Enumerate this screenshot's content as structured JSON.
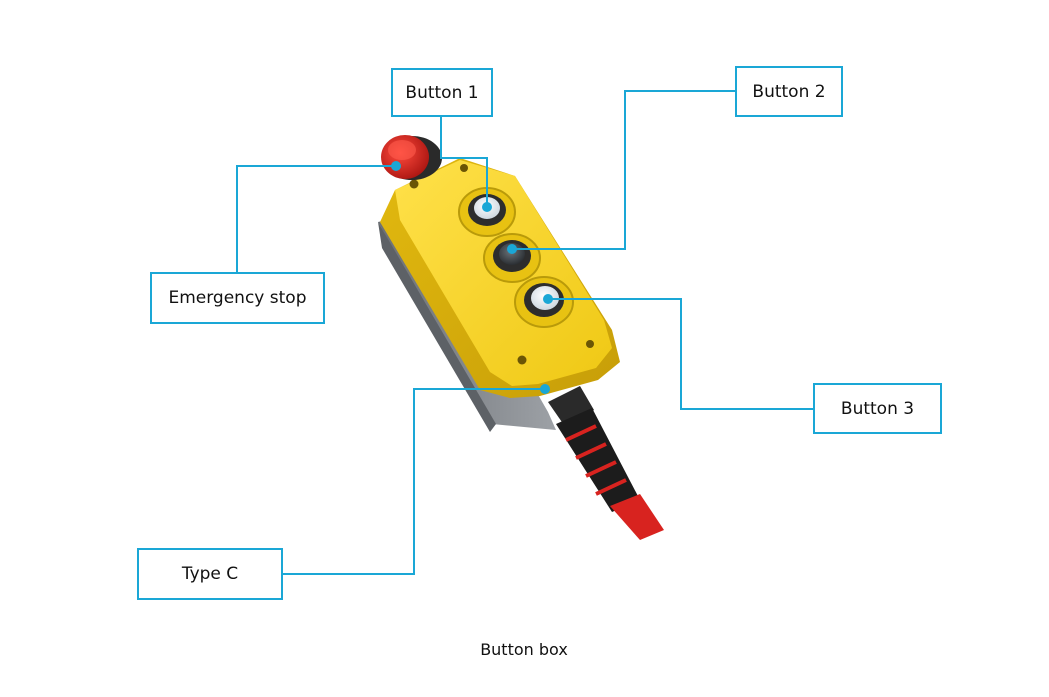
{
  "labels": {
    "button1": "Button 1",
    "button2": "Button 2",
    "button3": "Button 3",
    "emergency_stop": "Emergency stop",
    "type_c": "Type C"
  },
  "caption": "Button box",
  "colors": {
    "callout_line": "#1aa7d6",
    "housing_yellow": "#f5d21a",
    "housing_grey": "#8a8f94",
    "estop_red": "#d8231f",
    "cable_black": "#1c1c1c",
    "cable_red": "#d8231f"
  }
}
